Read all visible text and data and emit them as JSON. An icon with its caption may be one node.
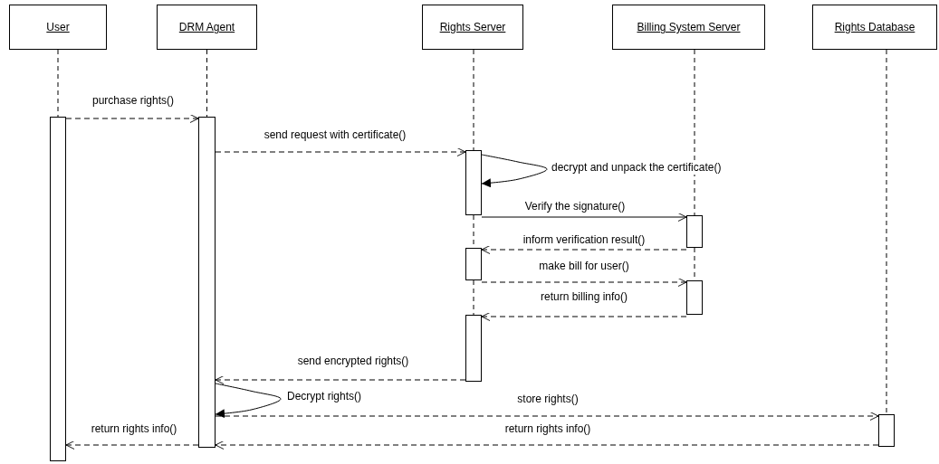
{
  "diagram": {
    "nodes": [
      {
        "text": [
          "User"
        ]
      },
      {
        "text": [
          "DRM Agent"
        ]
      },
      {
        "text": [
          "Rights Server"
        ]
      },
      {
        "text": [
          "Billing System Server"
        ]
      },
      {
        "text": [
          "Rights Database"
        ]
      },
      {
        "text": [],
        "shape": "bar"
      },
      {
        "text": [],
        "shape": "bar"
      },
      {
        "text": [],
        "shape": "bar"
      },
      {
        "text": [],
        "shape": "bar"
      },
      {
        "text": [],
        "shape": "bar"
      },
      {
        "text": [],
        "shape": "bar"
      },
      {
        "text": [],
        "shape": "bar"
      },
      {
        "text": [],
        "shape": "bar"
      }
    ],
    "edges": [
      {
        "from": 5,
        "to": 6,
        "arrow": "to",
        "label": "purchase rights()",
        "style": "dashed"
      },
      {
        "from": 6,
        "to": 7,
        "arrow": "to",
        "label": "send request with certificate()",
        "style": "dashed"
      },
      {
        "from": 7,
        "to": 7,
        "arrow": "to",
        "label": "decrypt and unpack the certificate()"
      },
      {
        "from": 7,
        "to": 8,
        "arrow": "to",
        "label": "Verify the signature()"
      },
      {
        "from": 8,
        "to": 9,
        "arrow": "to",
        "label": "inform verification result()",
        "style": "dashed"
      },
      {
        "from": 9,
        "to": 10,
        "arrow": "to",
        "label": "make bill for user()",
        "style": "dashed"
      },
      {
        "from": 10,
        "to": 11,
        "arrow": "to",
        "label": "return billing info()",
        "style": "dashed"
      },
      {
        "from": 11,
        "to": 6,
        "arrow": "to",
        "label": "send encrypted rights()",
        "style": "dashed"
      },
      {
        "from": 6,
        "to": 6,
        "arrow": "to",
        "label": "Decrypt rights()"
      },
      {
        "from": 6,
        "to": 12,
        "arrow": "to",
        "label": "store rights()",
        "style": "dashed"
      },
      {
        "from": 12,
        "to": 6,
        "arrow": "to",
        "label": "return rights info()",
        "style": "dashed"
      },
      {
        "from": 6,
        "to": 5,
        "arrow": "to",
        "label": "return rights info()",
        "style": "dashed"
      },
      {
        "from": 0,
        "to": 5,
        "arrow": "none",
        "style": "dashed"
      },
      {
        "from": 1,
        "to": 6,
        "arrow": "none",
        "style": "dashed"
      },
      {
        "from": 2,
        "to": 7,
        "arrow": "none",
        "style": "dashed"
      },
      {
        "from": 7,
        "to": 9,
        "arrow": "none",
        "style": "dashed"
      },
      {
        "from": 9,
        "to": 11,
        "arrow": "none",
        "style": "dashed"
      },
      {
        "from": 3,
        "to": 8,
        "arrow": "none",
        "style": "dashed"
      },
      {
        "from": 8,
        "to": 10,
        "arrow": "none",
        "style": "dashed"
      },
      {
        "from": 4,
        "to": 12,
        "arrow": "none",
        "style": "dashed"
      }
    ]
  }
}
